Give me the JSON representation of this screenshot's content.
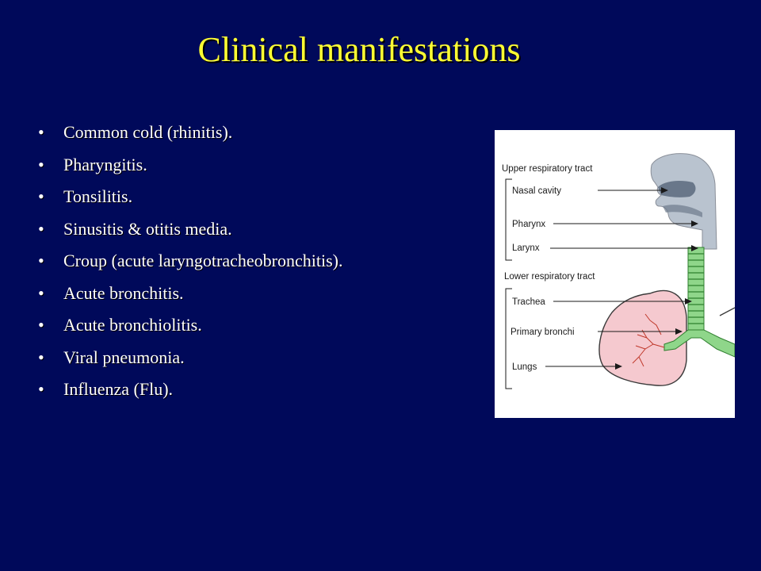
{
  "slide": {
    "title": "Clinical manifestations",
    "bullet_glyph": "•",
    "bullets": [
      "Common cold (rhinitis).",
      "Pharyngitis.",
      "Tonsilitis.",
      "Sinusitis & otitis media.",
      "Croup (acute laryngotracheobronchitis).",
      "Acute bronchitis.",
      "Acute bronchiolitis.",
      "Viral pneumonia.",
      "Influenza (Flu)."
    ]
  },
  "figure": {
    "upper_heading": "Upper respiratory tract",
    "lower_heading": "Lower respiratory tract",
    "labels": {
      "nasal_cavity": "Nasal cavity",
      "pharynx": "Pharynx",
      "larynx": "Larynx",
      "trachea": "Trachea",
      "primary_bronchi": "Primary bronchi",
      "lungs": "Lungs"
    }
  },
  "colors": {
    "background": "#00095a",
    "title": "#ffff33",
    "text": "#ffffff",
    "lung_fill": "#f5c9cf",
    "airway_fill": "#8fd68a",
    "head_fill": "#b9c3cf"
  }
}
